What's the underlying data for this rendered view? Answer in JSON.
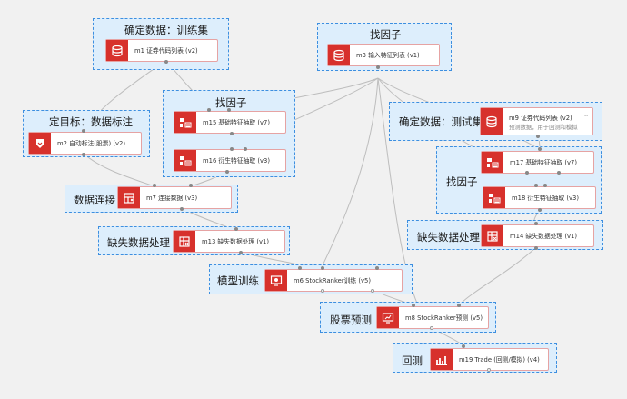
{
  "groups": [
    {
      "id": "g-train",
      "title": "确定数据：训练集"
    },
    {
      "id": "g-factor-top",
      "title": "找因子"
    },
    {
      "id": "g-factor-left",
      "title": "找因子"
    },
    {
      "id": "g-label",
      "title": "定目标：数据标注"
    },
    {
      "id": "g-test",
      "title": "确定数据：测试集"
    },
    {
      "id": "g-factor-right",
      "title": "找因子"
    },
    {
      "id": "g-join",
      "title": "数据连接"
    },
    {
      "id": "g-missing-left",
      "title": "缺失数据处理"
    },
    {
      "id": "g-missing-right",
      "title": "缺失数据处理"
    },
    {
      "id": "g-train-model",
      "title": "模型训练"
    },
    {
      "id": "g-predict",
      "title": "股票预测"
    },
    {
      "id": "g-backtest",
      "title": "回测"
    }
  ],
  "modules": {
    "m1": {
      "label": "m1 证券代码列表 (v2)",
      "icon": "database-icon"
    },
    "m3": {
      "label": "m3 输入特征列表 (v1)",
      "icon": "database-icon"
    },
    "m15": {
      "label": "m15 基础特征抽取 (v7)",
      "icon": "factor-icon"
    },
    "m2": {
      "label": "m2 自动标注(股票) (v2)",
      "icon": "label-icon"
    },
    "m16": {
      "label": "m16 衍生特征抽取 (v3)",
      "icon": "factor-icon"
    },
    "m9": {
      "label": "m9 证券代码列表 (v2)",
      "sublabel": "预测数据，用于回测和模拟",
      "icon": "database-icon",
      "chevron": "chevron-up-icon"
    },
    "m17": {
      "label": "m17 基础特征抽取 (v7)",
      "icon": "factor-icon"
    },
    "m18": {
      "label": "m18 衍生特征抽取 (v3)",
      "icon": "factor-icon"
    },
    "m7": {
      "label": "m7 连接数据 (v3)",
      "icon": "join-icon"
    },
    "m13": {
      "label": "m13 缺失数据处理 (v1)",
      "icon": "clean-icon"
    },
    "m14": {
      "label": "m14 缺失数据处理 (v1)",
      "icon": "clean-icon"
    },
    "m6": {
      "label": "m6 StockRanker训练 (v5)",
      "icon": "train-icon"
    },
    "m8": {
      "label": "m8 StockRanker预测 (v5)",
      "icon": "predict-icon"
    },
    "m19": {
      "label": "m19 Trade (回测/模拟) (v4)",
      "icon": "backtest-icon"
    }
  },
  "colors": {
    "accent": "#d7312c",
    "group_border": "#3d8fe0",
    "group_fill": "#ddeefc",
    "edge": "#bdbdbd"
  }
}
